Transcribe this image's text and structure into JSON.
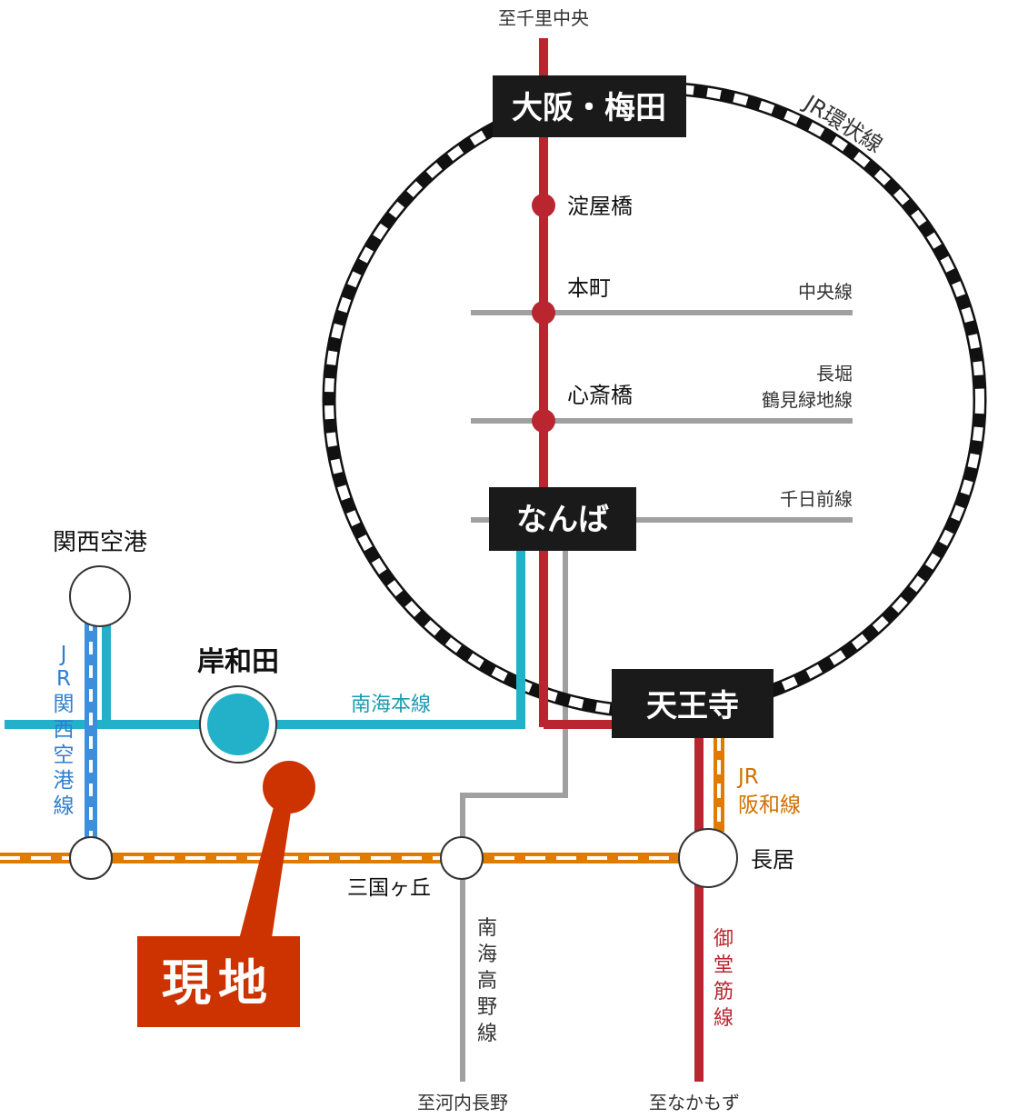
{
  "labels": {
    "top_destination": "至千里中央",
    "bottom_kouya": "至河内長野",
    "bottom_midosuji": "至なかもず",
    "loop_line": "JR環状線",
    "chuo_line": "中央線",
    "nagahori_line_1": "長堀",
    "nagahori_line_2": "鶴見緑地線",
    "sennichimae_line": "千日前線",
    "nankai_main": "南海本線",
    "jr_hanwa_1": "JR",
    "jr_hanwa_2": "阪和線",
    "jr_kansai_airport": [
      "J",
      "R",
      "関",
      "西",
      "空",
      "港",
      "線"
    ],
    "nankai_kouya": [
      "南",
      "海",
      "高",
      "野",
      "線"
    ],
    "midosuji": [
      "御",
      "堂",
      "筋",
      "線"
    ]
  },
  "stations": {
    "umeda": "大阪・梅田",
    "yodoyabashi": "淀屋橋",
    "honmachi": "本町",
    "shinsaibashi": "心斎橋",
    "namba": "なんば",
    "tennoji": "天王寺",
    "kansai_airport": "関西空港",
    "kishiwada": "岸和田",
    "mikunigaoka": "三国ヶ丘",
    "nagai": "長居"
  },
  "current_location": {
    "label": "現地"
  },
  "colors": {
    "midosuji": "#b9262f",
    "nankai": "#22b1c8",
    "jr_orange": "#e07b00",
    "jr_blue": "#3d8fdc",
    "gray": "#a0a0a0",
    "loop_black": "#111111",
    "box": "#1a1a1a",
    "current_location": "#cc3300"
  }
}
